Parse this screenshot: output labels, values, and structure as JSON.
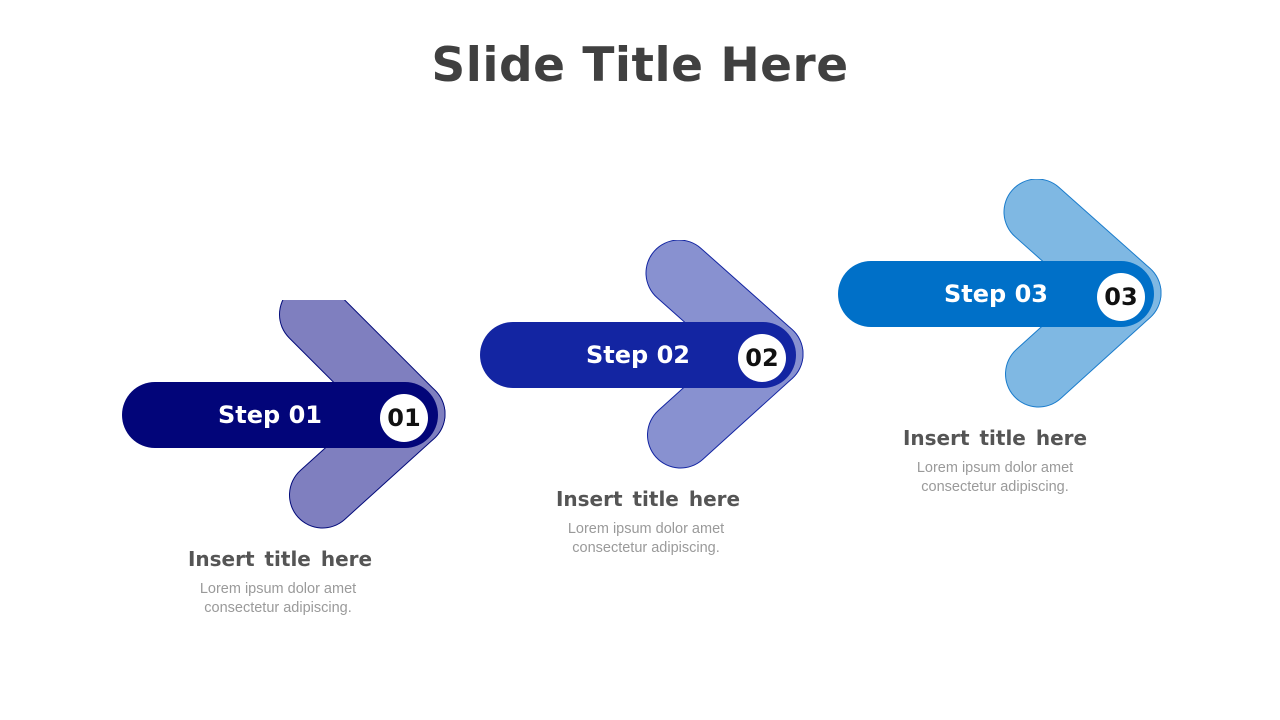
{
  "title": "Slide Title Here",
  "steps": [
    {
      "label": "Step 01",
      "number": "01",
      "item_title": "Insert  title  here",
      "desc_line1": "Lorem ipsum dolor amet",
      "desc_line2": "consectetur  adipiscing.",
      "pill_color": "#020579",
      "chevron_color": "#7f7fbf",
      "chevron_stroke": "#030b7a"
    },
    {
      "label": "Step 02",
      "number": "02",
      "item_title": "Insert  title  here",
      "desc_line1": "Lorem ipsum dolor amet",
      "desc_line2": "consectetur  adipiscing.",
      "pill_color": "#1325a2",
      "chevron_color": "#8891d0",
      "chevron_stroke": "#1325a2"
    },
    {
      "label": "Step 03",
      "number": "03",
      "item_title": "Insert  title  here",
      "desc_line1": "Lorem ipsum dolor amet",
      "desc_line2": "consectetur  adipiscing.",
      "pill_color": "#0070c8",
      "chevron_color": "#7fb8e3",
      "chevron_stroke": "#1a7ccc"
    }
  ]
}
